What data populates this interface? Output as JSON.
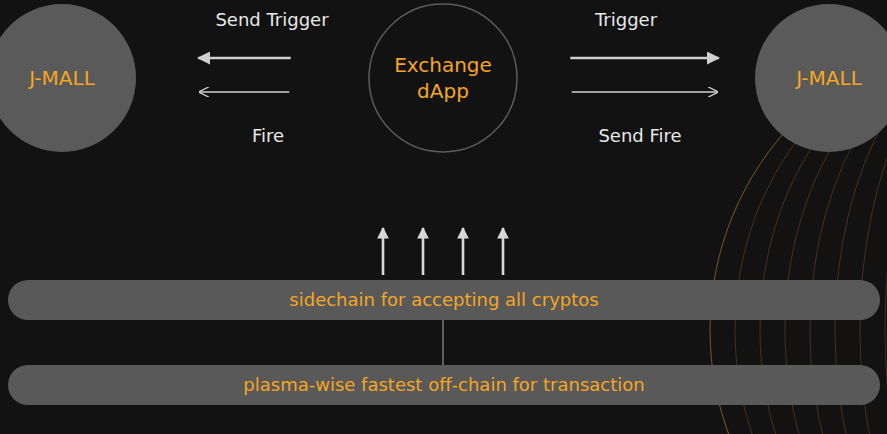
{
  "diagram": {
    "nodes": [
      {
        "text": [
          "J-MALL"
        ]
      },
      {
        "text": [
          "Exchange dApp"
        ]
      },
      {
        "text": [
          "J-MALL"
        ]
      },
      {
        "text": [
          "sidechain for accepting all cryptos"
        ]
      },
      {
        "text": [
          "plasma-wise fastest off-chain for transaction"
        ]
      }
    ],
    "edges": [
      {
        "from": 1,
        "to": 0,
        "label": "Send Trigger",
        "arrow": "to"
      },
      {
        "from": 1,
        "to": 0,
        "label": "Fire",
        "arrow": "to"
      },
      {
        "from": 1,
        "to": 2,
        "label": "Trigger",
        "arrow": "to"
      },
      {
        "from": 1,
        "to": 2,
        "label": "Send Fire",
        "arrow": "to"
      },
      {
        "from": 3,
        "to": 1,
        "arrow": "to"
      },
      {
        "from": 3,
        "to": 1,
        "arrow": "to"
      },
      {
        "from": 3,
        "to": 1,
        "arrow": "to"
      },
      {
        "from": 3,
        "to": 1,
        "arrow": "to"
      },
      {
        "from": 4,
        "to": 3,
        "arrow": "none"
      }
    ]
  }
}
